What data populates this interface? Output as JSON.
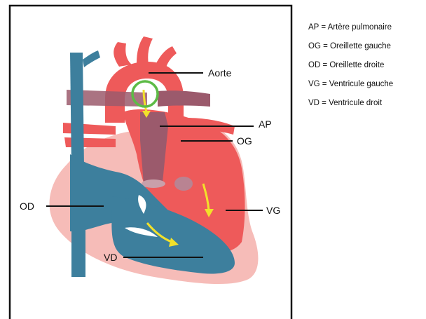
{
  "labels": {
    "aorte": "Aorte",
    "ap": "AP",
    "og": "OG",
    "od": "OD",
    "vg": "VG",
    "vd": "VD"
  },
  "legend": [
    "AP = Artère pulmonaire",
    "OG = Oreillette gauche",
    "OD = Oreillette droite",
    "VG = Ventricule gauche",
    "VD = Ventricule droit"
  ],
  "colors": {
    "oxygenated": "#ee5a5a",
    "pericardium": "#f6bcb8",
    "deoxygenated": "#3d7f9d",
    "pulmonary_artery": "#9b5a6c",
    "flow_arrow": "#f2e12a",
    "highlight_ring": "#5dbb46"
  }
}
